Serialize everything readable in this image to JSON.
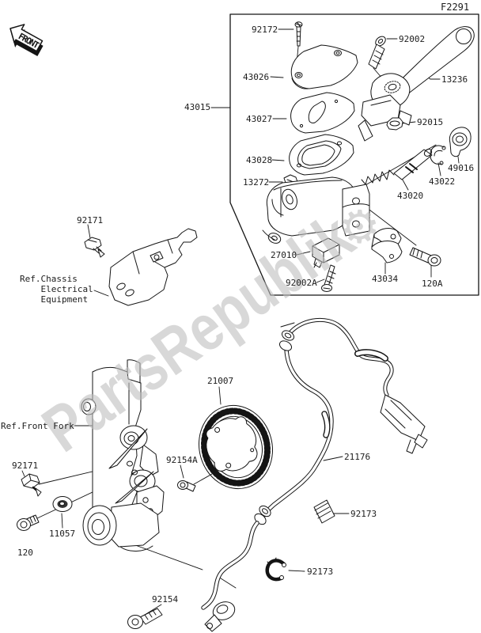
{
  "figure_code": "F2291",
  "front_arrow": {
    "label": "FRONT"
  },
  "watermark": {
    "text": "PartsRepublik",
    "gear_glyph": "⚙"
  },
  "colors": {
    "line": "#141414",
    "watermark": "#bfbfbf",
    "background": "#ffffff"
  },
  "part_labels": [
    {
      "text": "43015"
    },
    {
      "text": "92172"
    },
    {
      "text": "92002"
    },
    {
      "text": "43026"
    },
    {
      "text": "13236"
    },
    {
      "text": "43027"
    },
    {
      "text": "92015"
    },
    {
      "text": "43028"
    },
    {
      "text": "13272"
    },
    {
      "text": "49016"
    },
    {
      "text": "43022"
    },
    {
      "text": "43020"
    },
    {
      "text": "27010"
    },
    {
      "text": "92002A"
    },
    {
      "text": "43034"
    },
    {
      "text": "120A"
    },
    {
      "text": "92171"
    },
    {
      "text": "Ref.Chassis\n    Electrical\n    Equipment"
    },
    {
      "text": "21007"
    },
    {
      "text": "Ref.Front Fork"
    },
    {
      "text": "92154A"
    },
    {
      "text": "21176"
    },
    {
      "text": "92171"
    },
    {
      "text": "11057"
    },
    {
      "text": "120"
    },
    {
      "text": "92173"
    },
    {
      "text": "92173"
    },
    {
      "text": "92154"
    }
  ]
}
